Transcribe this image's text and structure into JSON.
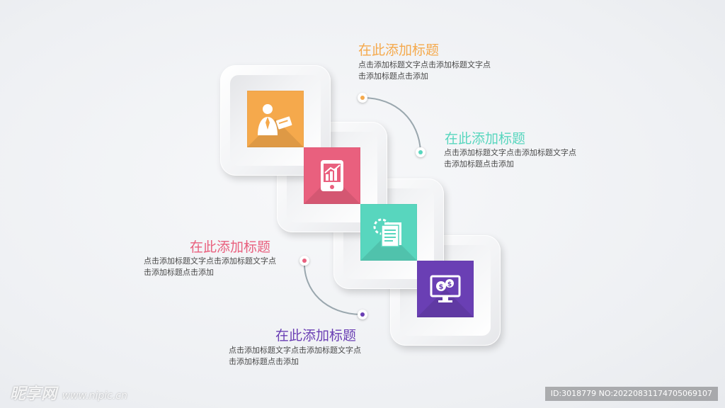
{
  "colors": {
    "orange": "#F5A94C",
    "pink": "#E9607E",
    "teal": "#58D6BE",
    "purple": "#6A3FB4",
    "line": "#9aa7ae"
  },
  "steps": [
    {
      "title": "在此添加标题",
      "desc": "点击添加标题文字点击添加标题文字点击添加标题点击添加",
      "icon": "businessman-icon",
      "color": "#F5A94C"
    },
    {
      "title": "在此添加标题",
      "desc": "点击添加标题文字点击添加标题文字点击添加标题点击添加",
      "icon": "growth-chart-icon",
      "color": "#E9607E"
    },
    {
      "title": "在此添加标题",
      "desc": "点击添加标题文字点击添加标题文字点击添加标题点击添加",
      "icon": "documents-icon",
      "color": "#58D6BE"
    },
    {
      "title": "在此添加标题",
      "desc": "点击添加标题文字点击添加标题文字点击添加标题点击添加",
      "icon": "money-monitor-icon",
      "color": "#6A3FB4"
    }
  ],
  "watermark": {
    "logo": "昵享网",
    "site": "www.nipic.cn",
    "id": "ID:3018779 NO:20220831174705069107"
  }
}
